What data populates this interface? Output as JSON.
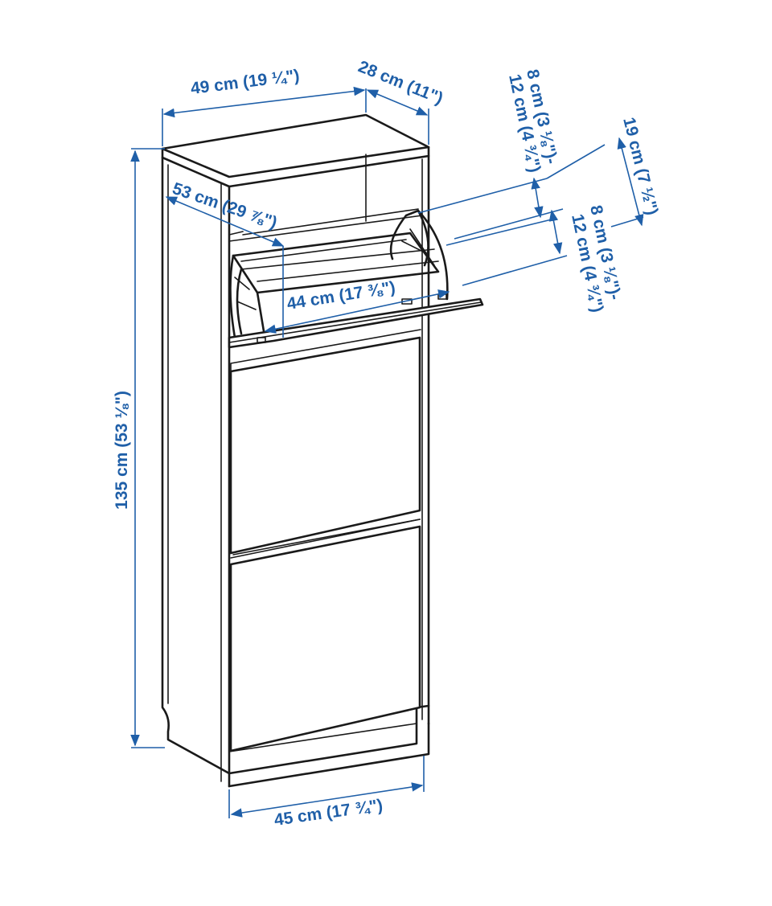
{
  "dimensions": {
    "width": "49 cm (19 ¼\")",
    "depth": "28 cm (11\")",
    "height": "135 cm (53 ⅛\")",
    "inner_width": "45 cm (17 ¾\")",
    "compartment_depth": "53 cm (29 ⅞\")",
    "compartment_width": "44 cm (17 ⅜\")",
    "shoe_height_1": "8 cm (3 ⅛\")-",
    "shoe_height_1b": "12 cm (4 ¾\")",
    "compartment_height": "19 cm (7 ½\")",
    "shoe_height_2": "8 cm (3 ⅛\")-",
    "shoe_height_2b": "12 cm (4 ¾\")"
  },
  "colors": {
    "dimension": "#1f5fa8",
    "outline": "#1a1a1a",
    "background": "#ffffff"
  }
}
